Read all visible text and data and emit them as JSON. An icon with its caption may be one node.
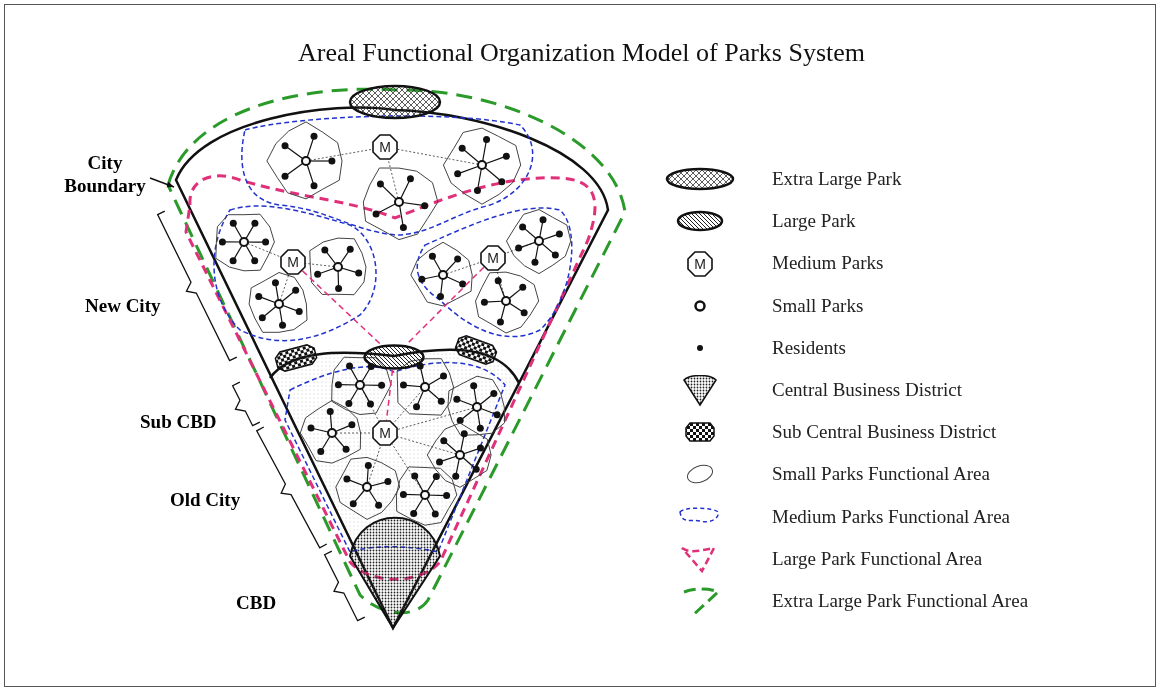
{
  "diagram": {
    "title": "Areal Functional Organization Model of Parks System",
    "nodes": [
      {
        "text": [
          "M"
        ]
      },
      {
        "text": [
          "M"
        ]
      },
      {
        "text": [
          "M"
        ]
      },
      {
        "text": [
          "M"
        ]
      },
      {
        "text": [],
        "shape": "ellipse"
      },
      {
        "text": [
          "City Boundary"
        ]
      }
    ],
    "edges": [
      {
        "from": 1,
        "to": 4,
        "arrow": "none",
        "style": "dashed",
        "color": "#e0307a"
      },
      {
        "from": 2,
        "to": 4,
        "arrow": "none",
        "style": "dashed",
        "color": "#e0307a"
      },
      {
        "from": 4,
        "to": 3,
        "arrow": "none",
        "style": "dashed",
        "color": "#e0307a"
      },
      {
        "from": 5,
        "to": null,
        "arrow": "to",
        "color": "#111111"
      }
    ],
    "labels": [
      "New City",
      "Sub CBD",
      "Old City",
      "CBD",
      "M"
    ],
    "legend": [
      {
        "text": "Extra Large Park"
      },
      {
        "text": "Large Park"
      },
      {
        "text": "Medium Parks"
      },
      {
        "text": "Small Parks"
      },
      {
        "text": "Residents"
      },
      {
        "text": "Central Business District"
      },
      {
        "text": "Sub Central Business District"
      },
      {
        "text": "Small Parks Functional Area"
      },
      {
        "text": "Medium Parks Functional Area"
      },
      {
        "text": "Large Park Functional Area"
      },
      {
        "text": "Extra Large Park Functional Area"
      }
    ]
  }
}
